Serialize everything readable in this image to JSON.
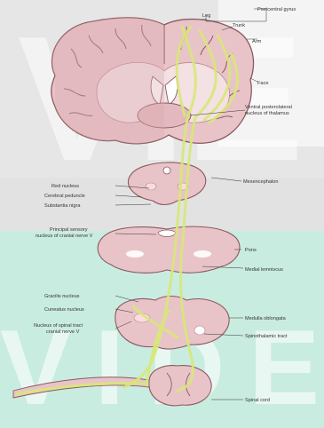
{
  "labels": {
    "postcentral_gyrus": "Postcentral gyrus",
    "leg": "Leg",
    "trunk": "Trunk",
    "arm": "Arm",
    "face": "Face",
    "ventral_posterolateral_l1": "Ventral posterolateral",
    "ventral_posterolateral_l2": "nucleus of thalamus",
    "mesencephalon": "Mesencephalon",
    "red_nucleus": "Red nucleus",
    "cerebral_peduncle": "Cerebral peduncle",
    "substantia_nigra": "Substantia nigra",
    "principal_sensory_l1": "Principal sensory",
    "principal_sensory_l2": "nucleus of cranial nerve V",
    "pons": "Pons",
    "medial_lemniscus": "Medial lemniscus",
    "gracilis_nucleus": "Gracilis nucleus",
    "cuneatus_nucleus": "Cuneatus nucleus",
    "spinal_tract_l1": "Nucleus of spinal tract",
    "spinal_tract_l2": "cranial nerve V",
    "medulla_oblongata": "Medulla oblongata",
    "spinothalamic_tract": "Spinothalamic tract",
    "spinal_cord": "Spinal cord"
  },
  "watermark": {
    "top": "VIE",
    "bottom": "VIDE"
  },
  "colors": {
    "tissue_pink": "#e8c4c8",
    "tissue_outline": "#8a5a60",
    "white_matter": "#f3e1e3",
    "tract_yellow": "#d8e878",
    "background_teal": "#c9ece0",
    "background_gray": "#e6e6e6",
    "watermark_white": "#ffffff"
  }
}
